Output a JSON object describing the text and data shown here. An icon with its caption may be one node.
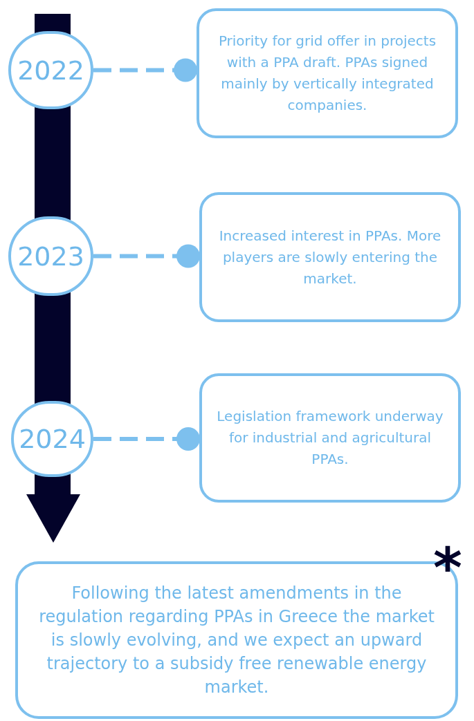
{
  "diagram": {
    "nodes": [
      {
        "text": [
          "2022"
        ]
      },
      {
        "text": [
          "Priority for grid offer in projects with a PPA draft. PPAs signed mainly by vertically integrated companies."
        ]
      },
      {
        "text": [
          "2023"
        ]
      },
      {
        "text": [
          "Increased interest in PPAs. More players are slowly entering the market."
        ]
      },
      {
        "text": [
          "2024"
        ]
      },
      {
        "text": [
          "Legislation framework underway for industrial and agricultural PPAs."
        ]
      },
      {
        "text": [
          "Following the latest amendments in the regulation regarding PPAs in Greece the market is slowly evolving, and we expect an upward trajectory to a subsidy free renewable energy market."
        ]
      }
    ],
    "edges": [
      {
        "from": 0,
        "to": 1,
        "arrow": "other",
        "style": "dashed"
      },
      {
        "from": 2,
        "to": 3,
        "arrow": "other",
        "style": "dashed"
      },
      {
        "from": 4,
        "to": 5,
        "arrow": "other",
        "style": "dashed"
      }
    ],
    "labels": [
      "*"
    ]
  }
}
